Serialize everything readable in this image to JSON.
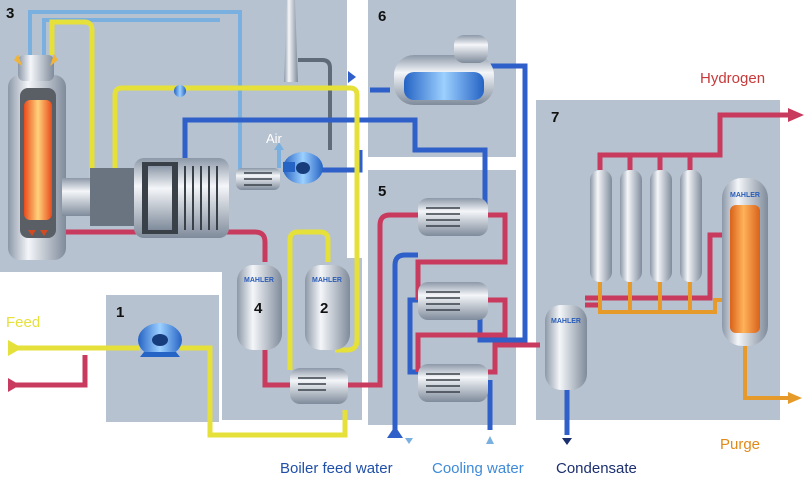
{
  "sections": [
    {
      "number": "1"
    },
    {
      "number": "2"
    },
    {
      "number": "3"
    },
    {
      "number": "4"
    },
    {
      "number": "5"
    },
    {
      "number": "6"
    },
    {
      "number": "7"
    }
  ],
  "labels": {
    "feed": "Feed",
    "air": "Air",
    "hydrogen": "Hydrogen",
    "purge": "Purge",
    "boiler_feed_water": "Boiler feed water",
    "cooling_water": "Cooling water",
    "condensate": "Condensate"
  },
  "vessel_logo": "MAHLER",
  "colors": {
    "panel": "#b6c2cf",
    "feed_line": "#e6e03a",
    "hydrogen_line": "#c83a5e",
    "water_line": "#2f5fc8",
    "purge_line": "#e59a2a",
    "air_line": "#7ab0e0",
    "text_blue": "#1f4fa8",
    "text_red": "#c83a3a",
    "text_orange": "#e08a18"
  }
}
